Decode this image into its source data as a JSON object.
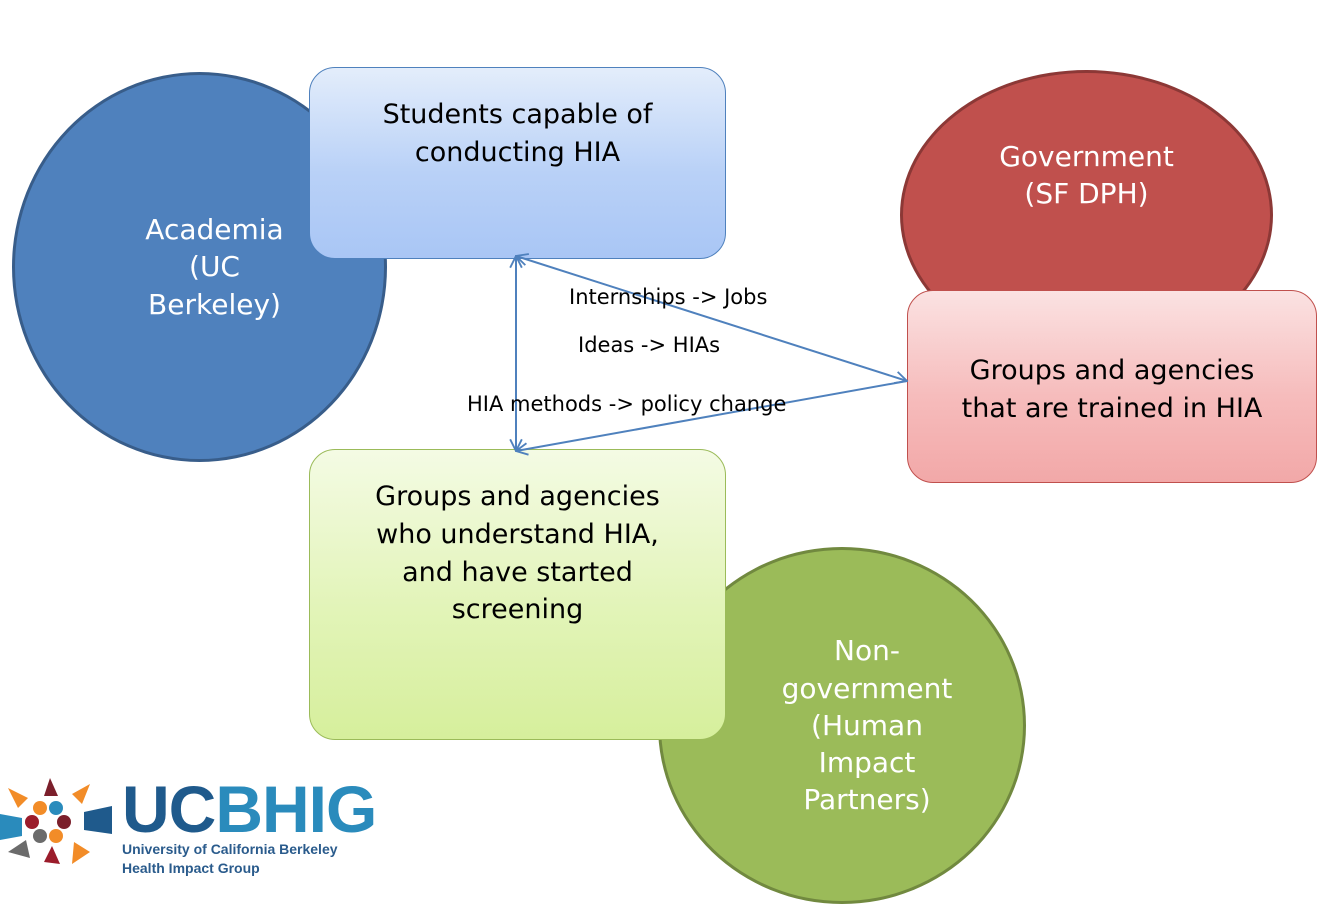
{
  "circles": {
    "academia": "Academia\n(UC\nBerkeley)",
    "government": "Government\n(SF DPH)",
    "nongovernment": "Non-\ngovernment\n(Human\nImpact\nPartners)"
  },
  "boxes": {
    "students": "Students capable of\nconducting HIA",
    "trained": "Groups and agencies\nthat are trained in HIA",
    "understand": "Groups and agencies\nwho understand HIA,\nand have started\nscreening"
  },
  "arrow_labels": {
    "internships": "Internships -> Jobs",
    "ideas": "Ideas -> HIAs",
    "methods": "HIA methods -> policy change"
  },
  "logo": {
    "big_uc": "UC",
    "big_bhig": "BHIG",
    "line1": "University of California Berkeley",
    "line2": "Health Impact Group"
  },
  "colors": {
    "academia": "#4f81bd",
    "government": "#c0504d",
    "nongovernment": "#9bbb59",
    "arrow": "#4f81bd"
  }
}
